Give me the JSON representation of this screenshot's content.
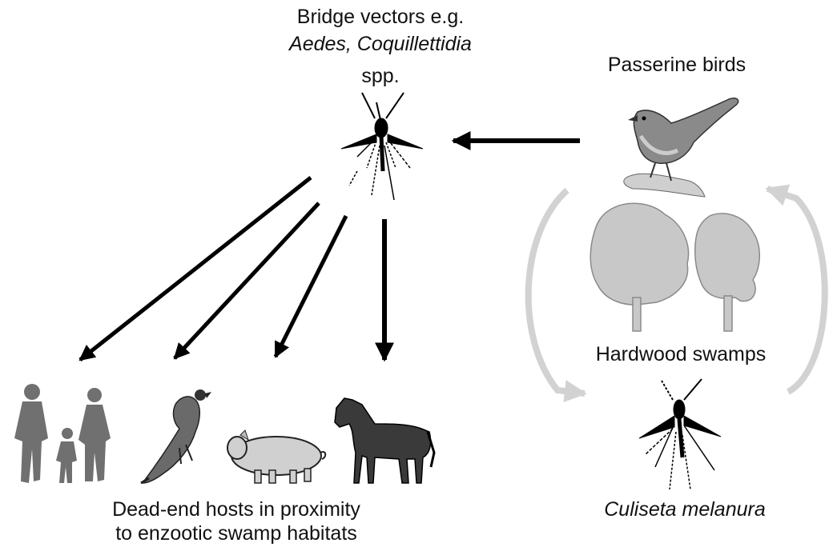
{
  "labels": {
    "bridge_line1": "Bridge vectors e.g.",
    "bridge_line2": "Aedes, Coquillettidia",
    "bridge_line3": "spp.",
    "passerine": "Passerine birds",
    "hardwood": "Hardwood swamps",
    "culiseta": "Culiseta melanura",
    "deadend_line1": "Dead-end hosts in proximity",
    "deadend_line2": "to enzootic swamp habitats"
  },
  "colors": {
    "arrow": "#000000",
    "cycle_arrow": "#d2d2d2",
    "tree": "#c8c8c8",
    "host_silhouette": "#707070",
    "pig": "#d0d0d0",
    "horse": "#3a3a3a",
    "mosquito": "#000000"
  },
  "icons": [
    "mosquito-icon",
    "bird-icon",
    "tree-icon",
    "human-family-icon",
    "pheasant-icon",
    "pig-icon",
    "horse-icon"
  ]
}
